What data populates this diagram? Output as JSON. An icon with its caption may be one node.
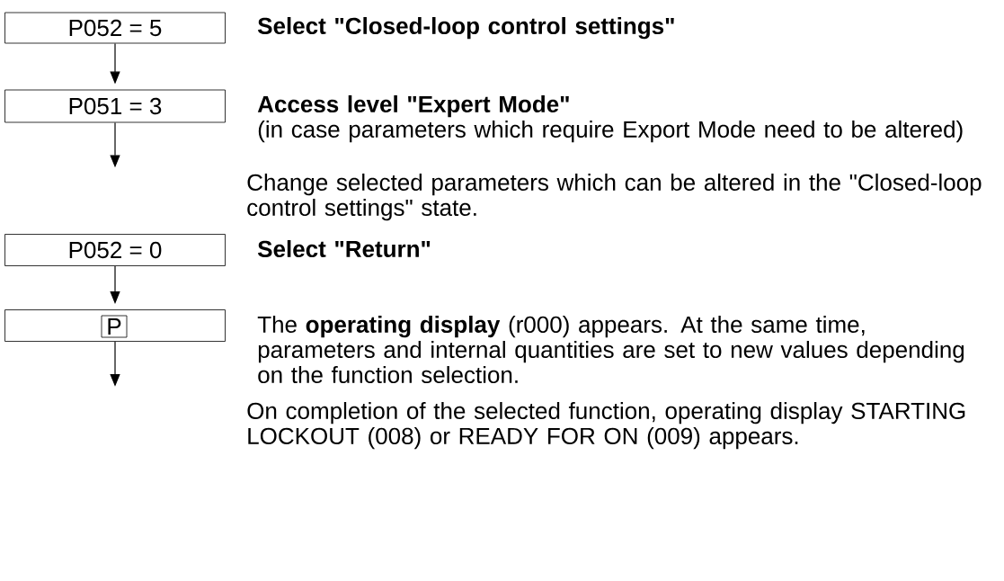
{
  "diagram": {
    "nodes": [
      {
        "text": [
          "P052 = 5"
        ],
        "beside": [
          "Select \"Closed-loop control settings\""
        ]
      },
      {
        "text": [
          "P051 = 3"
        ],
        "beside": [
          "Access level \"Expert Mode\"",
          "(in case parameters which require Export Mode need to be altered)"
        ]
      },
      {
        "text": [
          "P052 = 0"
        ],
        "beside": [
          "Select \"Return\""
        ]
      },
      {
        "text": [],
        "shape": "box",
        "beside": [
          "The **operating display** (r000) appears. At the same time, parameters and internal quantities are set to new values depending on the function selection."
        ]
      },
      {
        "text": [
          "P"
        ],
        "in": 3
      }
    ],
    "edges": [
      {
        "from": 0,
        "to": 1,
        "arrow": "to"
      },
      {
        "from": 1,
        "to": null,
        "arrow": "to"
      },
      {
        "from": 2,
        "to": 3,
        "arrow": "to"
      },
      {
        "from": 3,
        "to": null,
        "arrow": "to"
      }
    ],
    "labels": [
      "Change selected parameters which can be altered in the \"Closed-loop control settings\" state.",
      "On completion of the selected function, operating display STARTING LOCKOUT (008) or READY FOR ON (009) appears."
    ]
  }
}
